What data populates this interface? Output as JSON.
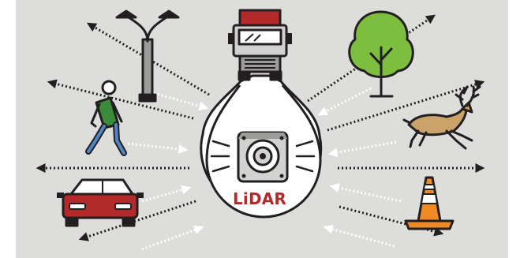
{
  "label": "LiDAR",
  "colors": {
    "background": "#dddddb",
    "outline": "#231f20",
    "accent_red": "#b22a2a",
    "foliage_green": "#7dbe3e",
    "shirt_green": "#3b8c3a",
    "jeans_blue": "#4f86c6",
    "deer_tan": "#caa26a",
    "cone_orange": "#f08a24",
    "pole_gray": "#8a8a8a"
  },
  "objects": [
    "street-lamp",
    "truck",
    "tree",
    "pedestrian",
    "deer",
    "car",
    "traffic-cone"
  ]
}
